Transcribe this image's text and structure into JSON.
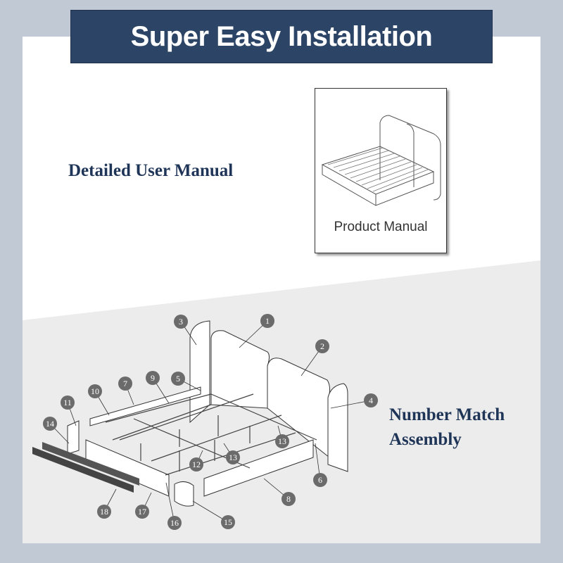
{
  "banner": {
    "title": "Super Easy Installation"
  },
  "left_heading": "Detailed User Manual",
  "manual_card": {
    "caption": "Product Manual"
  },
  "right_heading": {
    "line1": "Number Match",
    "line2": "Assembly"
  },
  "callouts": [
    "1",
    "2",
    "3",
    "4",
    "5",
    "6",
    "7",
    "8",
    "9",
    "10",
    "11",
    "12",
    "13",
    "13",
    "14",
    "15",
    "16",
    "17",
    "18"
  ],
  "colors": {
    "navy": "#2c4566",
    "frame": "#c1c9d4",
    "callout": "#6b6b6b"
  }
}
